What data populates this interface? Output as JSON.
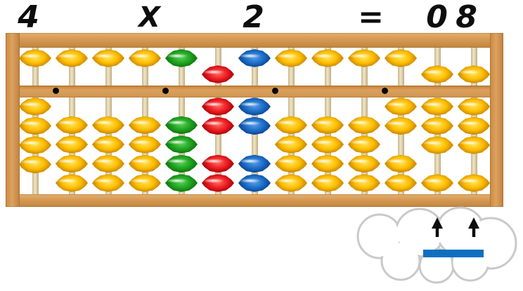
{
  "equation": {
    "operand1": "4",
    "operator": "X",
    "operand2": "2",
    "equals_sign": "=",
    "result_tens": "0",
    "result_units": "8"
  },
  "abacus": {
    "type": "soroban",
    "rod_count": 13,
    "rod_values": [
      4,
      0,
      0,
      0,
      0,
      7,
      2,
      0,
      0,
      0,
      2,
      8,
      8
    ],
    "rods": [
      {
        "color": "yellow",
        "heaven_active": false,
        "earth_up": 4
      },
      {
        "color": "yellow",
        "heaven_active": false,
        "earth_up": 0
      },
      {
        "color": "yellow",
        "heaven_active": false,
        "earth_up": 0
      },
      {
        "color": "yellow",
        "heaven_active": false,
        "earth_up": 0
      },
      {
        "color": "green",
        "heaven_active": false,
        "earth_up": 0
      },
      {
        "color": "red",
        "heaven_active": true,
        "earth_up": 2
      },
      {
        "color": "blue",
        "heaven_active": false,
        "earth_up": 2
      },
      {
        "color": "yellow",
        "heaven_active": false,
        "earth_up": 0
      },
      {
        "color": "yellow",
        "heaven_active": false,
        "earth_up": 0
      },
      {
        "color": "yellow",
        "heaven_active": false,
        "earth_up": 0
      },
      {
        "color": "yellow",
        "heaven_active": false,
        "earth_up": 2
      },
      {
        "color": "yellow",
        "heaven_active": true,
        "earth_up": 3
      },
      {
        "color": "yellow",
        "heaven_active": true,
        "earth_up": 3
      }
    ],
    "dot_after_rod": [
      1,
      4,
      7,
      10
    ],
    "colors": {
      "frame": "#D79B55",
      "frame_dark": "#B87C3C",
      "rod": "#E6D9B6",
      "bead_yellow": [
        "#FFE45E",
        "#FFBE00",
        "#BF7E00"
      ],
      "bead_green": [
        "#5ACF5A",
        "#1FA51F",
        "#0B6E0B"
      ],
      "bead_red": [
        "#FF6A5A",
        "#EE1C25",
        "#9E0000"
      ],
      "bead_blue": [
        "#5B9BE6",
        "#1B6FC8",
        "#0A3E8C"
      ]
    }
  },
  "thought_bubble": {
    "arrows": [
      "up",
      "up"
    ],
    "arrow_color": "#0d0d0d",
    "underline_color": "#0E6FC0",
    "outline_color": "#C9C9C9"
  }
}
